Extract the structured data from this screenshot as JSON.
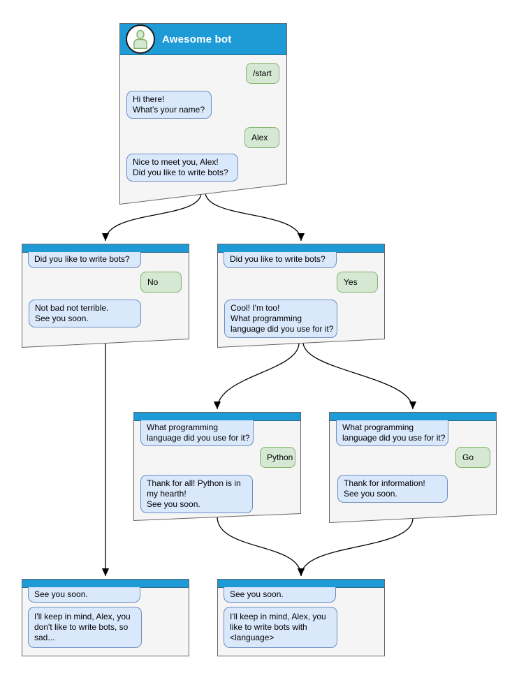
{
  "diagram": {
    "colors": {
      "header_blue": "#1e9bd7",
      "window_fill": "#f5f5f5",
      "window_border": "#666666",
      "bot_bubble_fill": "#dae8fc",
      "bot_bubble_border": "#6c8ebf",
      "user_bubble_fill": "#d5e8d4",
      "user_bubble_border": "#82b366",
      "arrow_color": "#000000"
    },
    "edges": [
      {
        "from": "root",
        "to": "branch_no"
      },
      {
        "from": "root",
        "to": "branch_yes"
      },
      {
        "from": "branch_no",
        "to": "end_no"
      },
      {
        "from": "branch_yes",
        "to": "branch_python"
      },
      {
        "from": "branch_yes",
        "to": "branch_go"
      },
      {
        "from": "branch_python",
        "to": "end_language"
      },
      {
        "from": "branch_go",
        "to": "end_language"
      }
    ]
  },
  "windows": {
    "root": {
      "title": "Awesome bot",
      "avatar_icon": "person",
      "messages": [
        {
          "from": "user",
          "text": "/start"
        },
        {
          "from": "bot",
          "text": "Hi there!\nWhat's your name?"
        },
        {
          "from": "user",
          "text": "Alex"
        },
        {
          "from": "bot",
          "text": "Nice to meet you, Alex!\nDid you like to write bots?"
        }
      ]
    },
    "branch_no": {
      "messages": [
        {
          "from": "bot",
          "text": "Did you like to write bots?"
        },
        {
          "from": "user",
          "text": "No"
        },
        {
          "from": "bot",
          "text": "Not bad not terrible.\nSee you soon."
        }
      ]
    },
    "branch_yes": {
      "messages": [
        {
          "from": "bot",
          "text": "Did you like to write bots?"
        },
        {
          "from": "user",
          "text": "Yes"
        },
        {
          "from": "bot",
          "text": "Cool! I'm too!\nWhat programming\nlanguage did you use for it?"
        }
      ]
    },
    "branch_python": {
      "messages": [
        {
          "from": "bot",
          "text": "What programming\nlanguage did you use for it?"
        },
        {
          "from": "user",
          "text": "Python"
        },
        {
          "from": "bot",
          "text": "Thank for all! Python is in\nmy hearth!\nSee you soon."
        }
      ]
    },
    "branch_go": {
      "messages": [
        {
          "from": "bot",
          "text": "What programming\nlanguage did you use for it?"
        },
        {
          "from": "user",
          "text": "Go"
        },
        {
          "from": "bot",
          "text": "Thank for information!\nSee you soon."
        }
      ]
    },
    "end_no": {
      "messages": [
        {
          "from": "bot",
          "text": "See you soon."
        },
        {
          "from": "bot",
          "text": "I'll keep in mind, Alex, you\ndon't like to write bots, so\nsad..."
        }
      ]
    },
    "end_language": {
      "messages": [
        {
          "from": "bot",
          "text": "See you soon."
        },
        {
          "from": "bot",
          "text": "I'll keep in mind, Alex, you\nlike to write bots with\n<language>"
        }
      ]
    }
  }
}
